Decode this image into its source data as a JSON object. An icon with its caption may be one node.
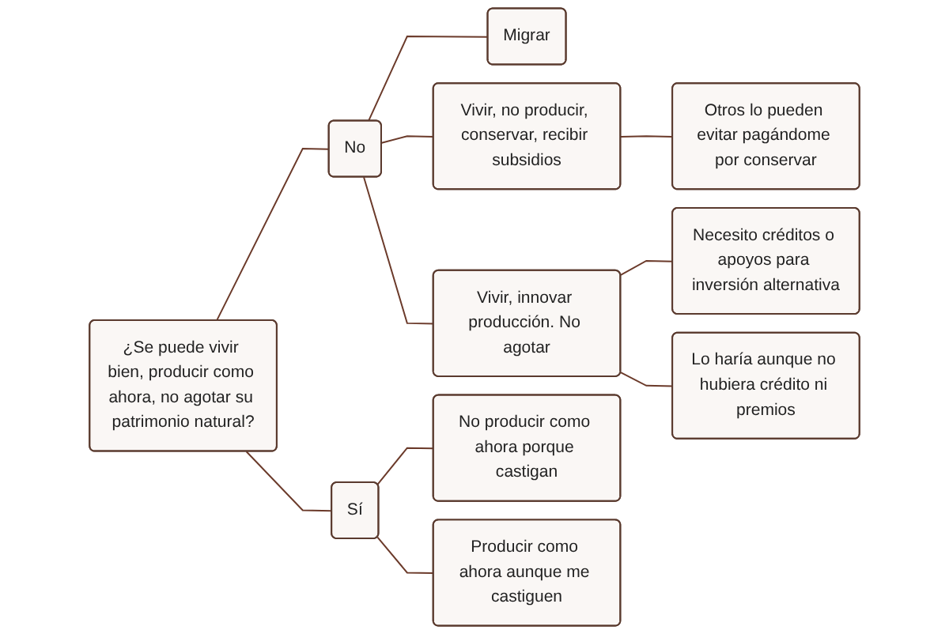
{
  "diagram": {
    "nodes": [
      {
        "text": [
          "¿Se puede vivir bien, producir como ahora, no agotar su patrimonio natural?"
        ]
      },
      {
        "text": [
          "No"
        ]
      },
      {
        "text": [
          "Migrar"
        ]
      },
      {
        "text": [
          "Vivir, no producir, conservar, recibir subsidios"
        ]
      },
      {
        "text": [
          "Otros lo pueden evitar pagándome por conservar"
        ]
      },
      {
        "text": [
          "Vivir, innovar producción. No agotar"
        ]
      },
      {
        "text": [
          "Necesito créditos o apoyos para inversión alternativa"
        ]
      },
      {
        "text": [
          "Lo haría aunque no hubiera crédito ni premios"
        ]
      },
      {
        "text": [
          "Sí"
        ]
      },
      {
        "text": [
          "No producir como ahora porque castigan"
        ]
      },
      {
        "text": [
          "Producir como ahora aunque me castiguen"
        ]
      }
    ],
    "edges": [
      {
        "from": 0,
        "to": 1,
        "arrow": "none"
      },
      {
        "from": 0,
        "to": 8,
        "arrow": "none"
      },
      {
        "from": 1,
        "to": 2,
        "arrow": "none"
      },
      {
        "from": 1,
        "to": 3,
        "arrow": "none"
      },
      {
        "from": 1,
        "to": 5,
        "arrow": "none"
      },
      {
        "from": 3,
        "to": 4,
        "arrow": "none"
      },
      {
        "from": 5,
        "to": 6,
        "arrow": "none"
      },
      {
        "from": 5,
        "to": 7,
        "arrow": "none"
      },
      {
        "from": 8,
        "to": 9,
        "arrow": "none"
      },
      {
        "from": 8,
        "to": 10,
        "arrow": "none"
      }
    ]
  }
}
